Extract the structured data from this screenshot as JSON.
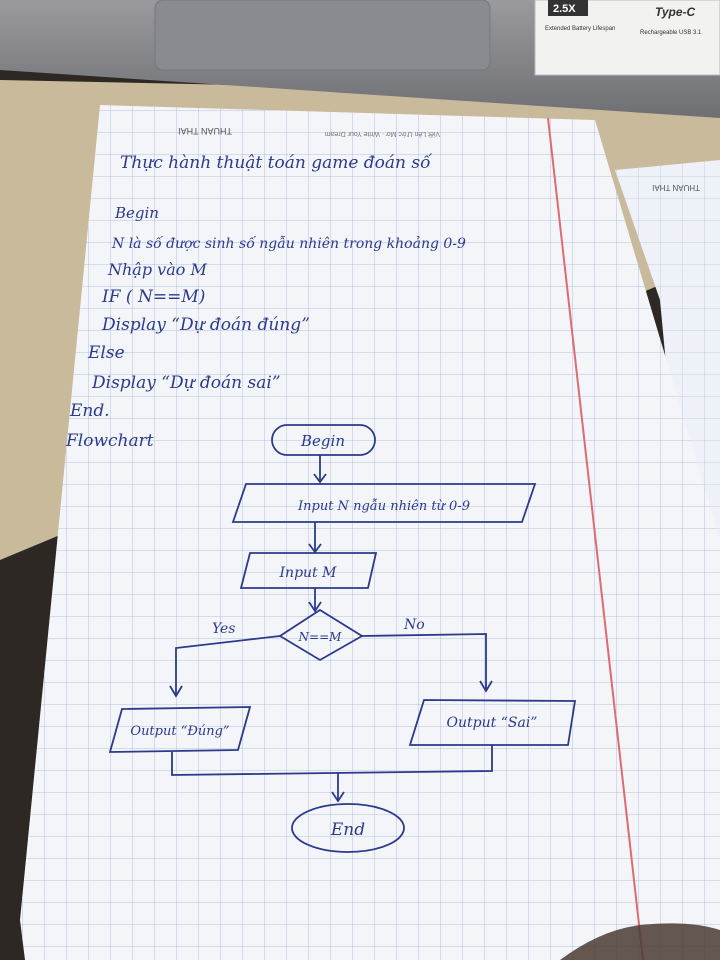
{
  "notebook": {
    "brand_header": "THUAN THAI",
    "slogan_header": "Viết Lên Ước Mơ · Write Your Dream",
    "second_page_brand": "THUAN THAI"
  },
  "battery_label": {
    "badge": "2.5X",
    "line1": "Extended Battery Lifespan",
    "brand": "Type-C",
    "line2": "Rechargeable USB 3.1"
  },
  "pseudocode": {
    "title": "Thực hành thuật toán game đoán số",
    "lines": [
      "Begin",
      "N là số được sinh số ngẫu nhiên trong khoảng 0-9",
      "Nhập vào M",
      "IF ( N==M)",
      "Display “Dự đoán đúng”",
      "Else",
      "Display “Dự đoán sai”",
      "End."
    ]
  },
  "flowchart": {
    "heading": "Flowchart",
    "begin": "Begin",
    "input_n": "Input N ngẫu nhiên từ 0-9",
    "input_m": "Input M",
    "decision": "N==M",
    "yes": "Yes",
    "no": "No",
    "output_true": "Output “Đúng”",
    "output_false": "Output “Sai”",
    "end": "End"
  }
}
